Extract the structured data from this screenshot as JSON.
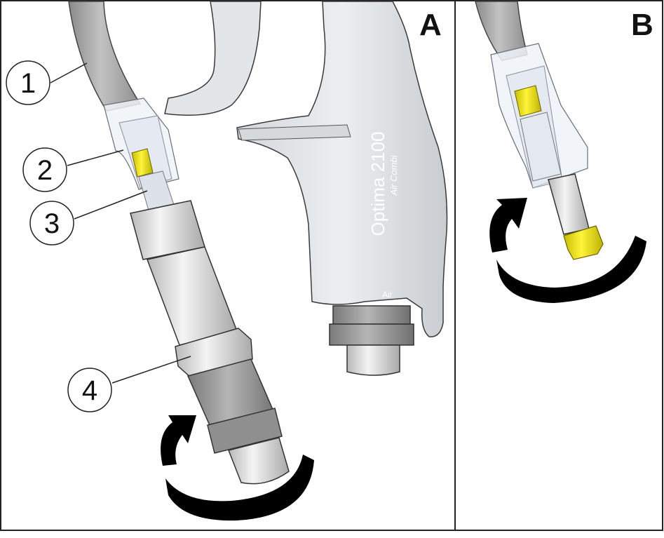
{
  "panels": {
    "a": {
      "label": "A"
    },
    "b": {
      "label": "B"
    }
  },
  "callouts": [
    "1",
    "2",
    "3",
    "4"
  ],
  "gun": {
    "model": "Optima 2100",
    "variant": "Air Combi",
    "port_label": "Air"
  },
  "colors": {
    "line": "#222222",
    "hose": "#a8a8a8",
    "metal": "#dcdcdc",
    "gun_body": "#e6e8ea",
    "sleeve": "#eef1f6",
    "highlight_yellow": "#f2e600",
    "arrow": "#000000"
  }
}
